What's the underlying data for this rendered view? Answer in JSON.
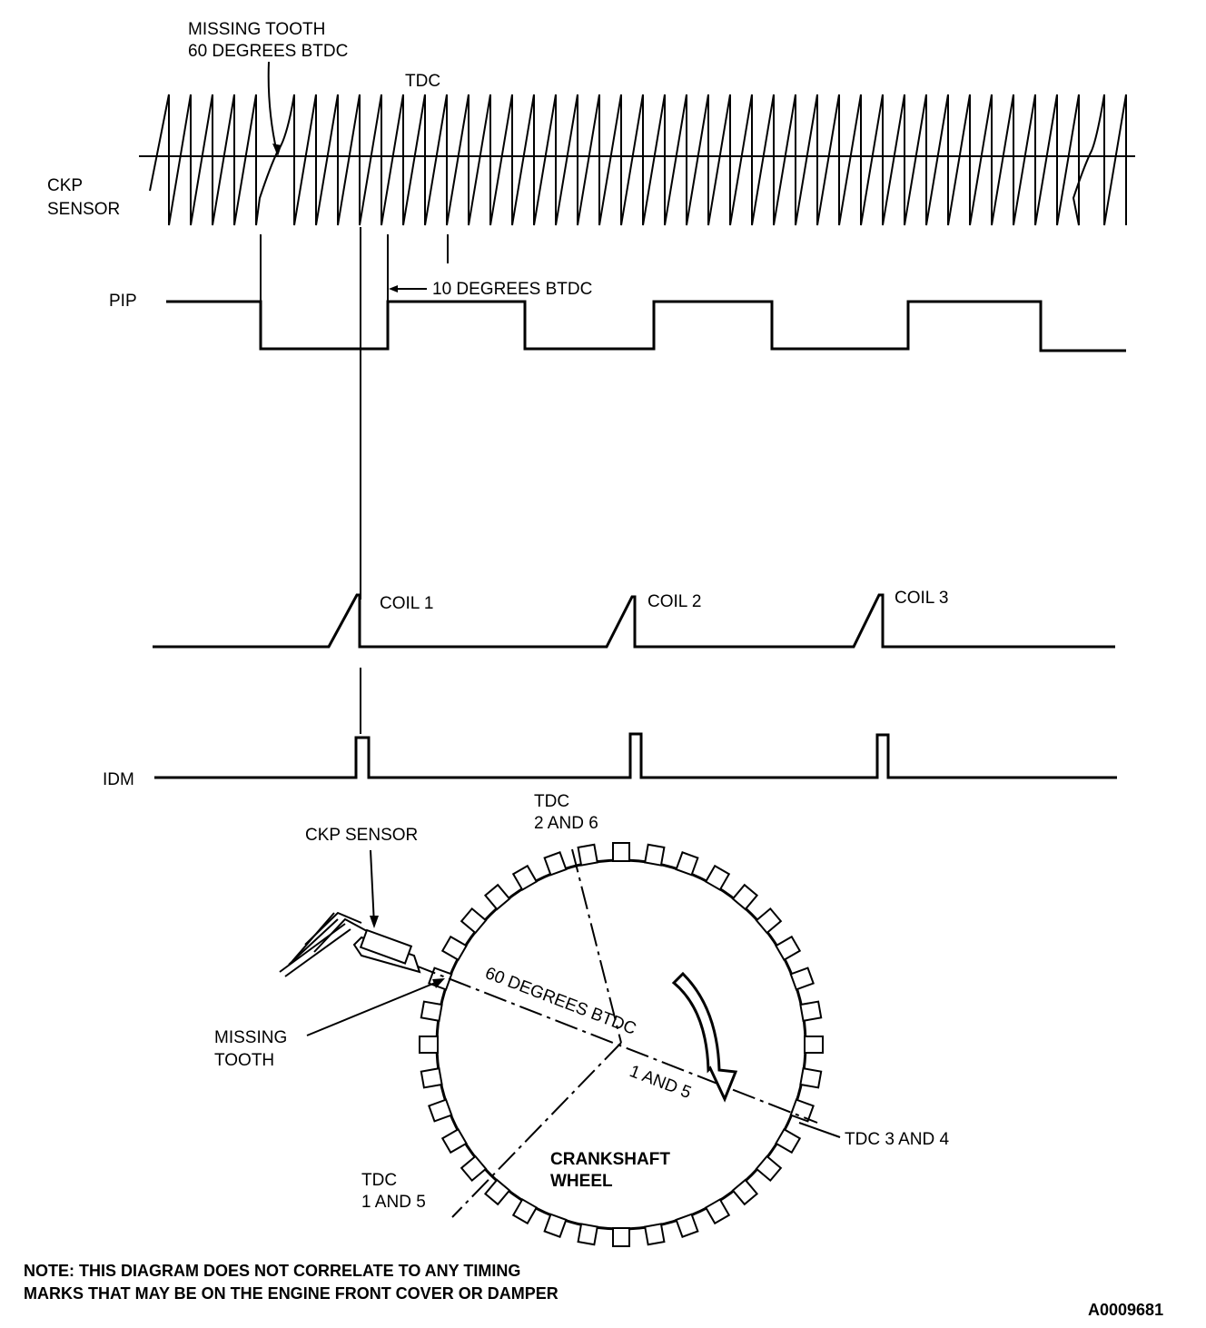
{
  "labels": {
    "missing_tooth_top_1": "MISSING TOOTH",
    "missing_tooth_top_2": "60 DEGREES BTDC",
    "tdc_top": "TDC",
    "ckp_sensor_1": "CKP",
    "ckp_sensor_2": "SENSOR",
    "pip": "PIP",
    "ten_deg": "10 DEGREES BTDC",
    "coil1": "COIL 1",
    "coil2": "COIL 2",
    "coil3": "COIL 3",
    "idm": "IDM",
    "tdc_26_1": "TDC",
    "tdc_26_2": "2 AND 6",
    "ckp_sensor_wheel": "CKP SENSOR",
    "sixty_deg_btdc": "60 DEGREES BTDC",
    "one_and_five_mid": "1 AND 5",
    "missing_tooth_wheel_1": "MISSING",
    "missing_tooth_wheel_2": "TOOTH",
    "tdc_34": "TDC 3 AND 4",
    "crankshaft_1": "CRANKSHAFT",
    "crankshaft_2": "WHEEL",
    "tdc_15_1": "TDC",
    "tdc_15_2": "1 AND 5"
  },
  "note": {
    "line1": "NOTE: THIS DIAGRAM DOES NOT CORRELATE TO ANY TIMING",
    "line2": "MARKS THAT MAY BE ON THE ENGINE FRONT COVER OR DAMPER"
  },
  "figure_id": "A0009681",
  "colors": {
    "ink": "#000000",
    "paper": "#ffffff"
  }
}
